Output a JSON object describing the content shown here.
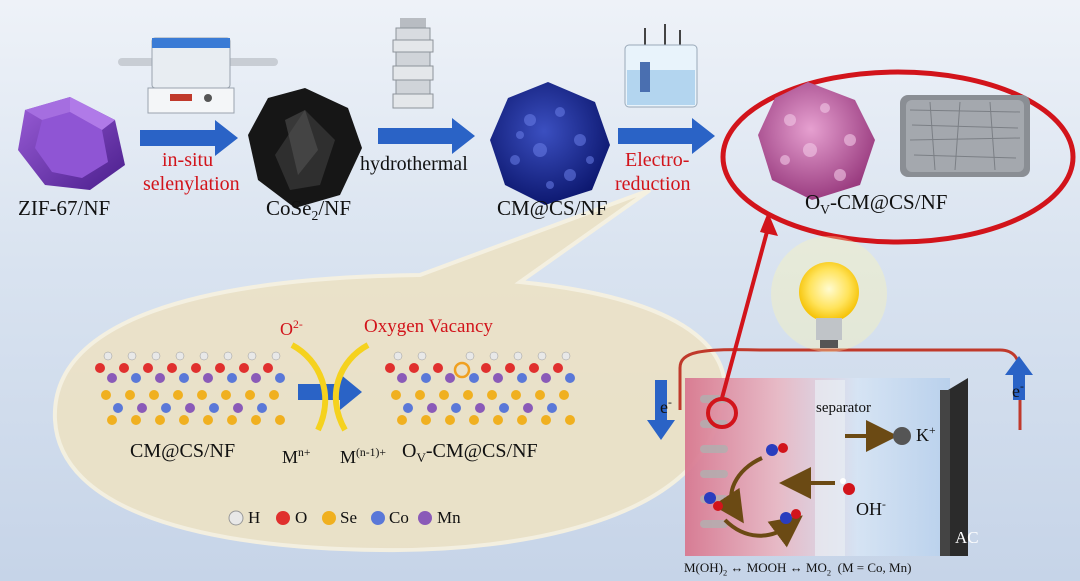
{
  "steps": [
    {
      "name": "ZIF-67/NF",
      "label_main": "ZIF-67/NF"
    },
    {
      "name": "CoSe2/NF",
      "label_pre": "CoSe",
      "label_sub": "2",
      "label_post": "/NF"
    },
    {
      "name": "CM@CS/NF",
      "label_main": "CM@CS/NF"
    },
    {
      "name": "OV-CM@CS/NF",
      "label_pre": "O",
      "label_sub": "V",
      "label_post": "-CM@CS/NF"
    }
  ],
  "processes": {
    "p1_line1": "in-situ",
    "p1_line2": "selenylation",
    "p2": "hydrothermal",
    "p3_line1": "Electro-",
    "p3_line2": "reduction"
  },
  "bubble": {
    "o2": "O",
    "o2_sup": "2-",
    "vacancy": "Oxygen Vacancy",
    "left_label": "CM@CS/NF",
    "mn": "M",
    "mn_sup": "n+",
    "mn1": "M",
    "mn1_sup": "(n-1)+",
    "right_pre": "O",
    "right_sub": "V",
    "right_post": "-CM@CS/NF",
    "legend": [
      {
        "symbol": "H",
        "color": "#e8e8e8"
      },
      {
        "symbol": "O",
        "color": "#e0302e"
      },
      {
        "symbol": "Se",
        "color": "#f0b020"
      },
      {
        "symbol": "Co",
        "color": "#5a78d8"
      },
      {
        "symbol": "Mn",
        "color": "#8a5ab8"
      }
    ]
  },
  "device": {
    "separator": "separator",
    "k": "K",
    "k_sup": "+",
    "oh": "OH",
    "oh_sup": "-",
    "e_left": "e",
    "e_right": "e",
    "e_sup": "-",
    "ac": "AC",
    "eq_a": "M(OH)",
    "eq_a_sub": "2",
    "eq_arrow": "↔",
    "eq_b": "MOOH",
    "eq_c": "MO",
    "eq_c_sub": "2",
    "eq_note": "(M = Co, Mn)"
  },
  "colors": {
    "arrow_blue": "#2a63c6",
    "red": "#d2141b",
    "bubble_fill": "#ece2c6",
    "bubble_stroke": "#f5f0dc"
  }
}
